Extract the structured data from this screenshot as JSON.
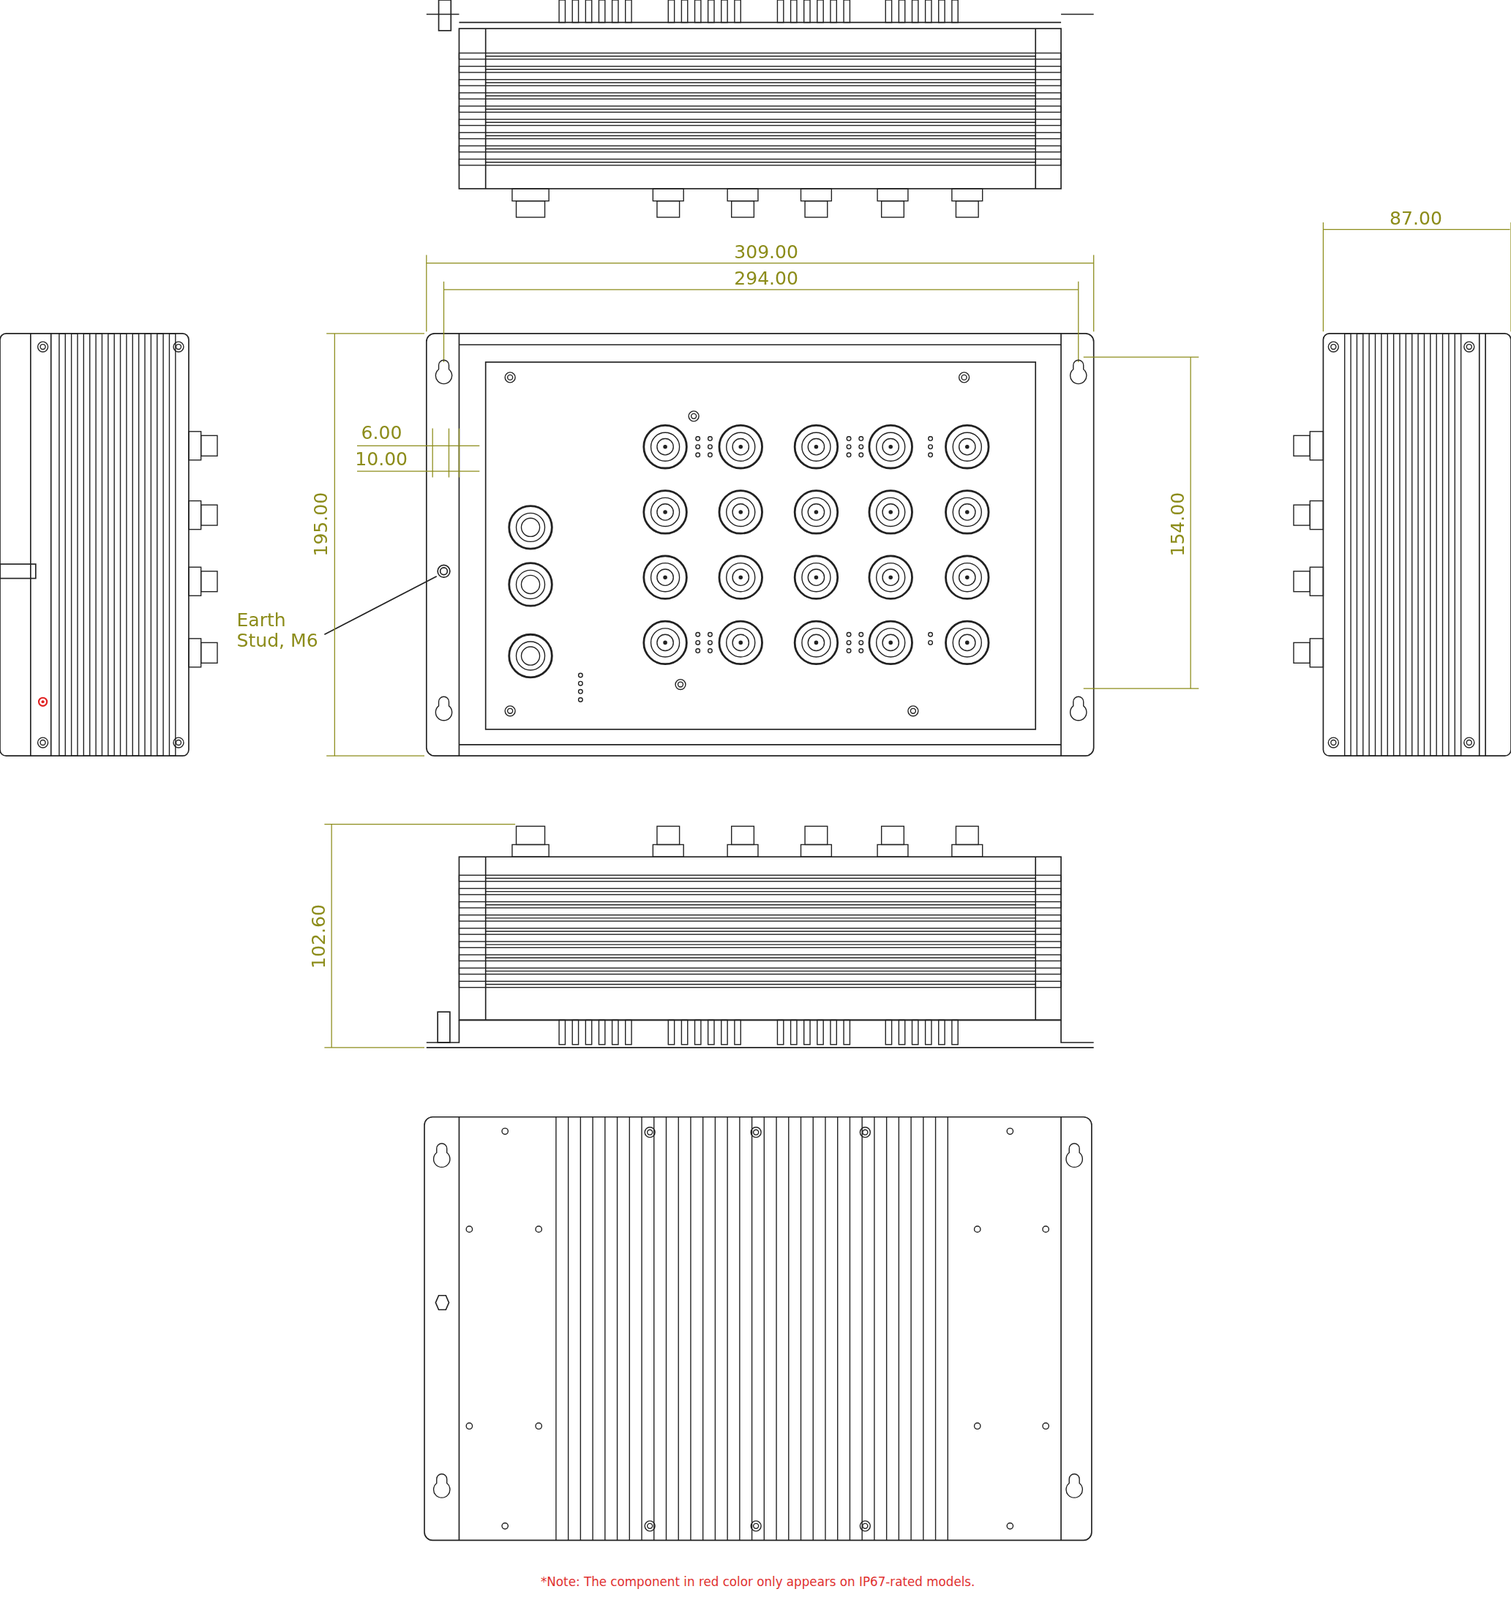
{
  "diagram": {
    "labels": [
      "309.00",
      "294.00",
      "87.00",
      "6.00",
      "10.00",
      "195.00",
      "154.00",
      "Earth Stud, M6",
      "102.60",
      "*Note: The component in red color only appears on IP67-rated models."
    ]
  }
}
